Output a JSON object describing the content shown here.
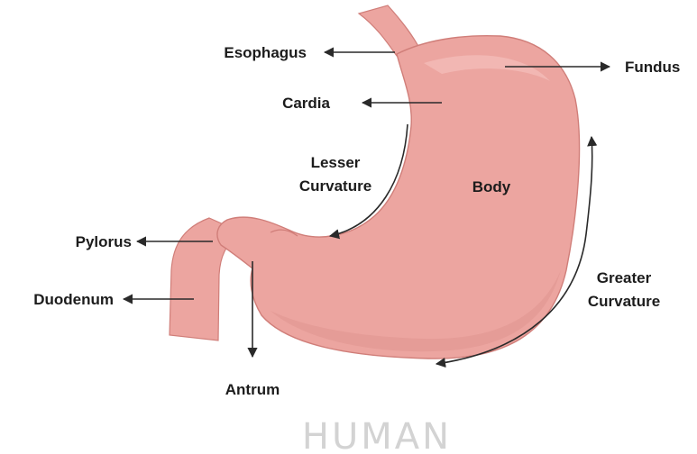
{
  "labels": {
    "esophagus": "Esophagus",
    "cardia": "Cardia",
    "fundus": "Fundus",
    "lesser_curvature_line1": "Lesser",
    "lesser_curvature_line2": "Curvature",
    "body": "Body",
    "pylorus": "Pylorus",
    "duodenum": "Duodenum",
    "greater_curvature_line1": "Greater",
    "greater_curvature_line2": "Curvature",
    "antrum": "Antrum"
  },
  "watermark": "HUMAN",
  "colors": {
    "stomach_fill": "#eca5a0",
    "stomach_shadow": "#d98c88",
    "stomach_outline": "#d07e79",
    "text": "#1c1c1c",
    "arrow": "#2a2a2a",
    "watermark": "#d3d3d3"
  }
}
